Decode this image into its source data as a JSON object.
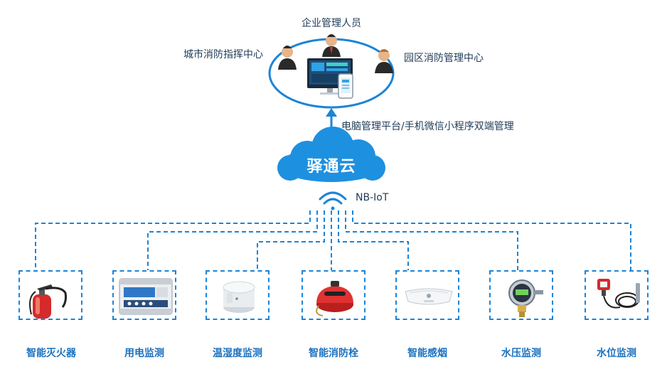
{
  "top": {
    "enterprise_staff": "企业管理人员",
    "city_center": "城市消防指挥中心",
    "park_center": "园区消防管理中心",
    "platform_desc": "电脑管理平台/手机微信小程序双端管理"
  },
  "cloud": {
    "label": "驿通云"
  },
  "network": {
    "label": "NB-IoT"
  },
  "devices": [
    {
      "label": "智能灭火器",
      "icon": "fire-extinguisher-icon"
    },
    {
      "label": "用电监测",
      "icon": "power-monitor-icon"
    },
    {
      "label": "温湿度监测",
      "icon": "temperature-humidity-sensor-icon"
    },
    {
      "label": "智能消防栓",
      "icon": "fire-hydrant-icon"
    },
    {
      "label": "智能感烟",
      "icon": "smoke-detector-icon"
    },
    {
      "label": "水压监测",
      "icon": "pressure-gauge-icon"
    },
    {
      "label": "水位监测",
      "icon": "water-level-sensor-icon"
    }
  ],
  "colors": {
    "accent": "#1c84d6",
    "caption": "#1b72c0",
    "cloud": "#1e90e0"
  }
}
